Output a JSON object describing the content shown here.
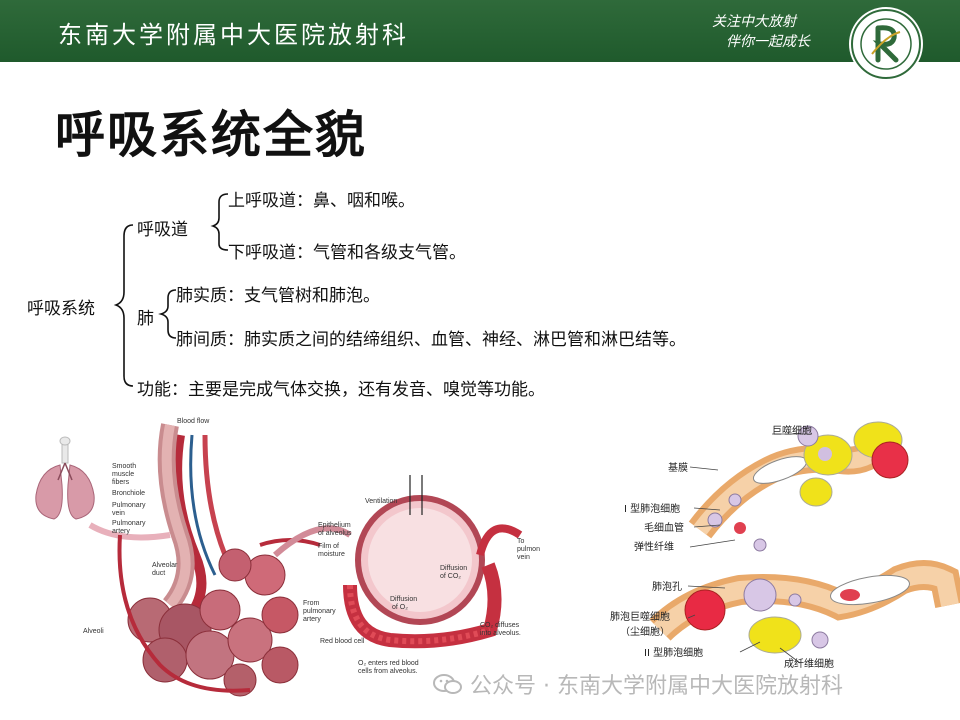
{
  "header": {
    "title": "东南大学附属中大医院放射科",
    "slogan_line1": "关注中大放射",
    "slogan_line2": "伴你一起成长",
    "accent_color": "#2f6a3a"
  },
  "page_title": "呼吸系统全貌",
  "tree": {
    "root": "呼吸系统",
    "respiratory_tract": {
      "label": "呼吸道",
      "upper": "上呼吸道：鼻、咽和喉。",
      "lower": "下呼吸道：气管和各级支气管。"
    },
    "lung": {
      "label": "肺",
      "parenchyma": "肺实质：支气管树和肺泡。",
      "interstitium": "肺间质：肺实质之间的结缔组织、血管、神经、淋巴管和淋巴结等。"
    },
    "function": "功能：主要是完成气体交换，还有发音、嗅觉等功能。"
  },
  "figure_left": {
    "labels": {
      "blood_flow": "Blood flow",
      "smooth_muscle": [
        "Smooth",
        "muscle",
        "fibers"
      ],
      "bronchiole": "Bronchiole",
      "pulmonary_vein": [
        "Pulmonary",
        "vein"
      ],
      "pulmonary_artery": [
        "Pulmonary",
        "artery"
      ],
      "alveolar_duct": [
        "Alveolar",
        "duct"
      ],
      "alveoli": "Alveoli",
      "ventilation": "Ventilation",
      "epithelium": [
        "Epithelium",
        "of alveolus"
      ],
      "film": [
        "Film of",
        "moisture"
      ],
      "from_artery": [
        "From",
        "pulmonary",
        "artery"
      ],
      "rbc": "Red blood cell",
      "diff_o2": [
        "Diffusion",
        "of O₂"
      ],
      "diff_co2": [
        "Diffusion",
        "of CO₂"
      ],
      "to_vein": [
        "To",
        "pulmonary",
        "vein"
      ],
      "co2_diffuses": [
        "CO₂ diffuses",
        "into alveolus."
      ],
      "o2_enters": [
        "O₂ enters red blood",
        "cells from alveolus."
      ]
    }
  },
  "figure_right": {
    "labels": {
      "macrophage": "巨噬细胞",
      "basement": "基膜",
      "type1": "I 型肺泡细胞",
      "capillary": "毛细血管",
      "elastic": "弹性纤维",
      "pore": "肺泡孔",
      "alv_macrophage": "肺泡巨噬细胞",
      "dust_cell": "（尘细胞）",
      "type2": "II 型肺泡细胞",
      "fibroblast": "成纤维细胞"
    }
  },
  "watermark": "公众号 · 东南大学附属中大医院放射科"
}
